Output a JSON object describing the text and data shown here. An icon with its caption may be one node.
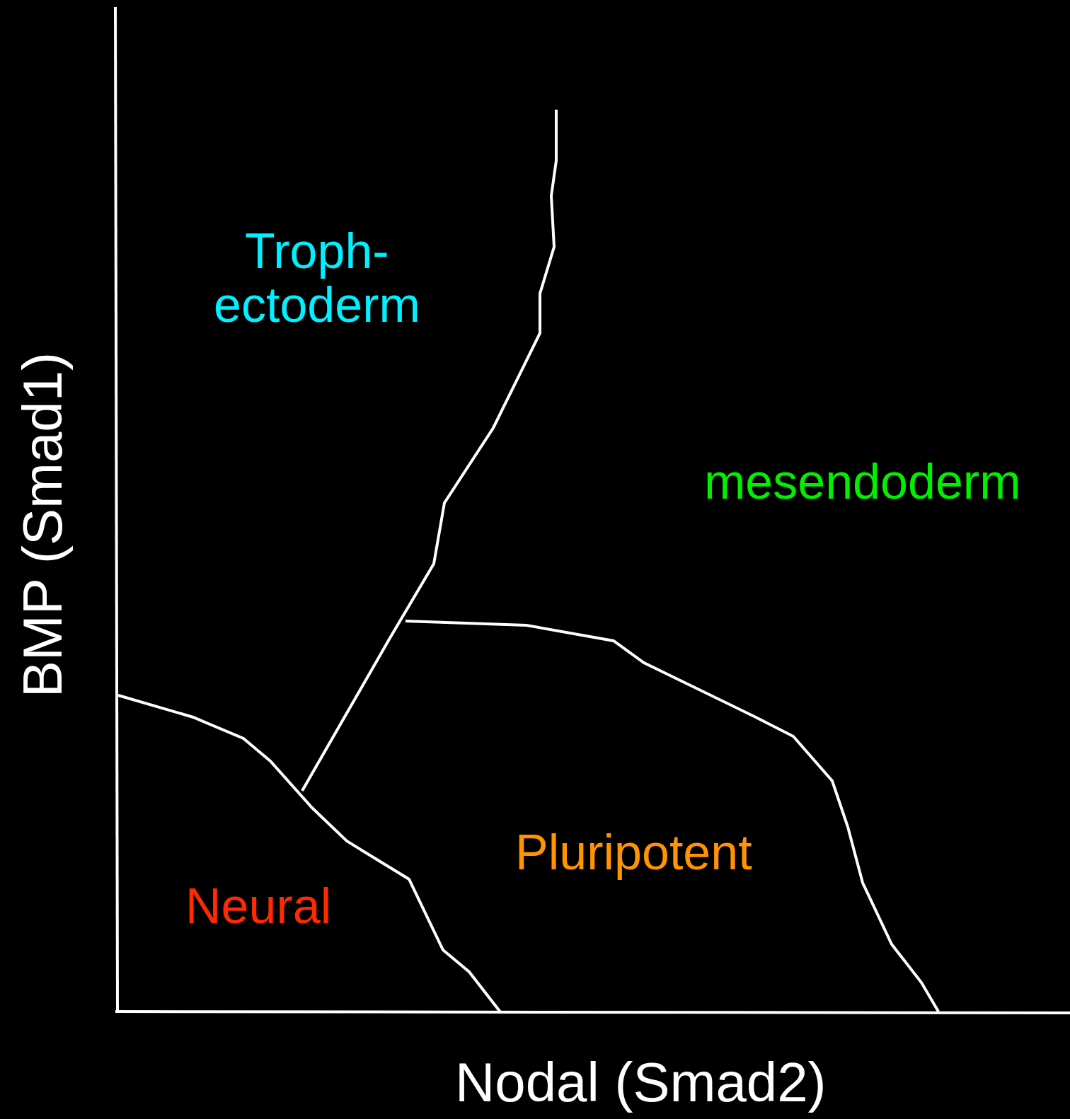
{
  "diagram": {
    "labels": [
      "Troph- ectoderm",
      "mesendoderm",
      "BMP (Smad1)",
      "Pluripotent",
      "Neural",
      "Nodal (Smad2)"
    ]
  }
}
